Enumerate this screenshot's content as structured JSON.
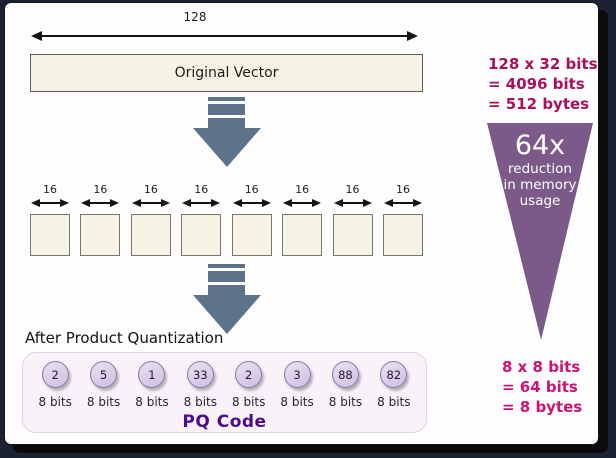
{
  "vector": {
    "dimension_label": "128",
    "label": "Original Vector"
  },
  "segments": {
    "count": 8,
    "labels": [
      "16",
      "16",
      "16",
      "16",
      "16",
      "16",
      "16",
      "16"
    ]
  },
  "after_pq_label": "After Product Quantization",
  "pq": {
    "title": "PQ Code",
    "codes": [
      {
        "value": "2",
        "bits": "8 bits"
      },
      {
        "value": "5",
        "bits": "8 bits"
      },
      {
        "value": "1",
        "bits": "8 bits"
      },
      {
        "value": "33",
        "bits": "8 bits"
      },
      {
        "value": "2",
        "bits": "8 bits"
      },
      {
        "value": "3",
        "bits": "8 bits"
      },
      {
        "value": "88",
        "bits": "8 bits"
      },
      {
        "value": "82",
        "bits": "8 bits"
      }
    ]
  },
  "memory_before": {
    "line1": "128 x 32 bits",
    "line2": "= 4096 bits",
    "line3": "= 512 bytes"
  },
  "funnel": {
    "headline": "64x",
    "line1": "reduction",
    "line2": "in memory",
    "line3": "usage"
  },
  "memory_after": {
    "line1": "8 x 8 bits",
    "line2": "= 64 bits",
    "line3": "= 8 bytes"
  },
  "colors": {
    "background_navy": "#1c2231",
    "frame_black": "#0b0b0b",
    "box_cream": "#f6f3e4",
    "arrow_slate": "#5d7389",
    "magenta_before": "#a8105c",
    "pink_after": "#ce1273",
    "funnel_purple": "#7b5a8a",
    "pq_title_purple": "#4c0b87",
    "circle_lavender": "#d8cce7"
  }
}
